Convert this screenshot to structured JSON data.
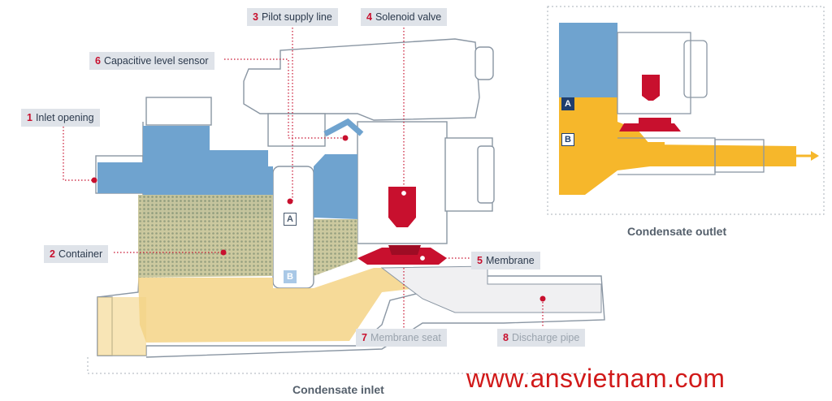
{
  "labels": {
    "inlet_opening": {
      "num": "1",
      "text": "Inlet opening"
    },
    "container": {
      "num": "2",
      "text": "Container"
    },
    "pilot_supply_line": {
      "num": "3",
      "text": "Pilot supply line"
    },
    "solenoid_valve": {
      "num": "4",
      "text": "Solenoid valve"
    },
    "membrane": {
      "num": "5",
      "text": "Membrane"
    },
    "capacitive_level_sensor": {
      "num": "6",
      "text": "Capacitive level sensor"
    },
    "membrane_seat": {
      "num": "7",
      "text": "Membrane seat"
    },
    "discharge_pipe": {
      "num": "8",
      "text": "Discharge pipe"
    }
  },
  "level_markers": {
    "a": "A",
    "b": "B"
  },
  "captions": {
    "inlet": "Condensate inlet",
    "outlet": "Condensate outlet"
  },
  "website": "www.ansvietnam.com",
  "colors": {
    "water": "#6fa3cf",
    "condensate": "#f6b72b",
    "valve": "#c8102e",
    "label_bg": "#dfe3e9",
    "number": "#c8102e"
  }
}
